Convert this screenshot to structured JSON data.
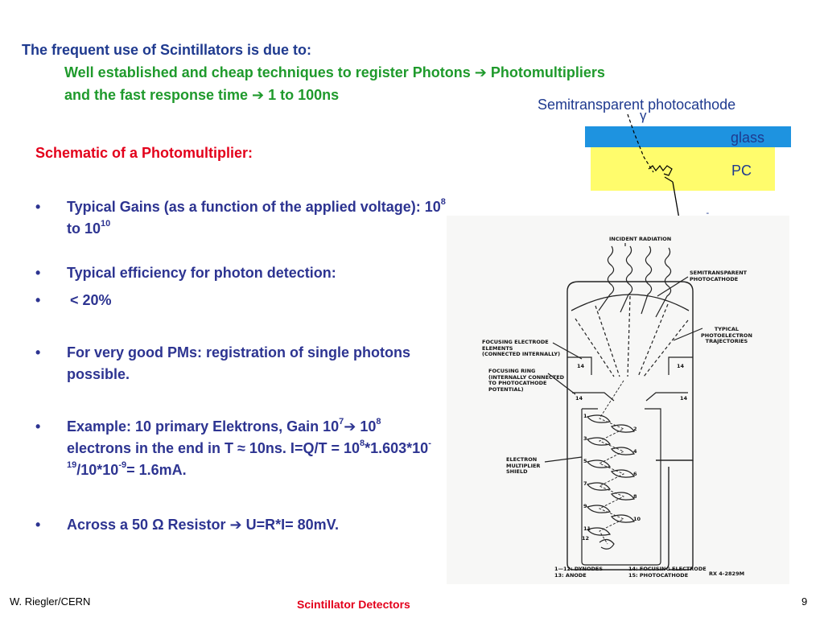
{
  "heading": {
    "title": "The frequent use of Scintillators is due to:",
    "line1": "Well established and cheap techniques to register Photons ➔ Photomultipliers",
    "line2": "and the fast response time ➔ 1 to 100ns"
  },
  "schematic_label": "Schematic of a Photomultiplier:",
  "bullets": {
    "gains": {
      "a": "Typical Gains (as a function of the applied voltage): 10",
      "exp1": "8",
      "b": " to 10",
      "exp2": "10"
    },
    "efficiency": "Typical efficiency for photon detection:",
    "efficiency_value": "< 20%",
    "single": "For very good PMs: registration of single photons possible.",
    "example": {
      "a": "Example: 10 primary Elektrons, Gain 10",
      "e1": "7",
      "b": "➔ 10",
      "e2": "8",
      "c": " electrons in the end in T ≈ 10ns. I=Q/T = 10",
      "e3": "8",
      "d": "*1.603*10",
      "e4": "-19",
      "e": "/10*10",
      "e5": "-9",
      "f": "= 1.6mA."
    },
    "resistor": "Across a 50 Ω Resistor ➔ U=R*I= 80mV."
  },
  "photocathode_inset": {
    "title": "Semitransparent photocathode",
    "gamma": "γ",
    "glass": "glass",
    "pc": "PC",
    "electron": "e",
    "electron_sup": "-"
  },
  "diagram_labels": {
    "incident": "INCIDENT RADIATION",
    "semi1": "SEMITRANSPARENT",
    "semi2": "PHOTOCATHODE",
    "typ1": "TYPICAL",
    "typ2": "PHOTOELECTRON",
    "typ3": "TRAJECTORIES",
    "foc1": "FOCUSING ELECTRODE",
    "foc2": "ELEMENTS",
    "foc3": "(CONNECTED INTERNALLY)",
    "ring1": "FOCUSING RING",
    "ring2": "(INTERNALLY CONNECTED",
    "ring3": "TO PHOTOCATHODE",
    "ring4": "POTENTIAL)",
    "shield1": "ELECTRON",
    "shield2": "MULTIPLIER",
    "shield3": "SHIELD",
    "legend1": "1—12: DYNODES",
    "legend2": "13: ANODE",
    "legend3": "14: FOCUSING ELECTRODE",
    "legend4": "15: PHOTOCATHODE",
    "ref": "RX 4-2829M",
    "n14a": "14",
    "n14b": "14",
    "n14c": "14",
    "n14d": "14",
    "nums": [
      "2",
      "4",
      "6",
      "8",
      "10",
      "12",
      "1",
      "3",
      "5",
      "7",
      "9",
      "11"
    ]
  },
  "footer": {
    "author": "W. Riegler/CERN",
    "center": "Scintillator Detectors",
    "page": "9"
  },
  "colors": {
    "title_blue": "#1f3a8f",
    "green": "#1f9a2c",
    "red": "#e3001b",
    "bullet_blue": "#2d3491",
    "glass": "#1e93e0",
    "pc_yellow": "#fffc6c"
  }
}
